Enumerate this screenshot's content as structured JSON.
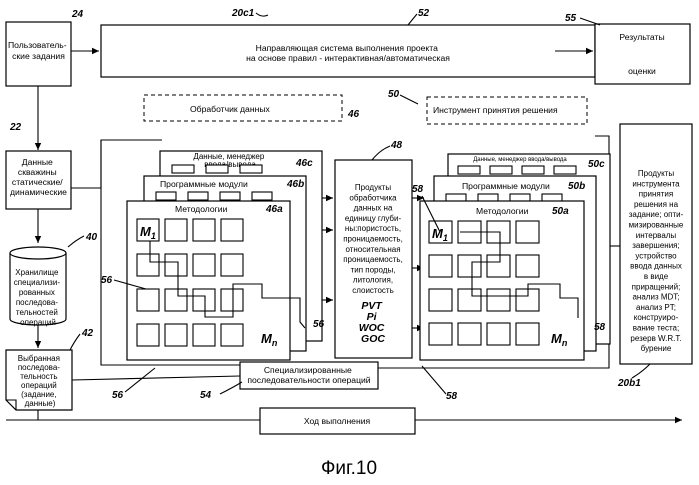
{
  "figure_caption": "Фиг.10",
  "refs": {
    "r24": "24",
    "r20c1": "20c1",
    "r52": "52",
    "r55": "55",
    "r22": "22",
    "r46": "46",
    "r50": "50",
    "r48": "48",
    "r46c": "46c",
    "r46b": "46b",
    "r46a": "46a",
    "r50c": "50c",
    "r50b": "50b",
    "r50a": "50a",
    "r40": "40",
    "r42": "42",
    "r56a": "56",
    "r56b": "56",
    "r56c": "56",
    "r58a": "58",
    "r58b": "58",
    "r58c": "58",
    "r54": "54",
    "r20b1": "20b1"
  },
  "user_tasks": [
    "Пользователь-",
    "ские задания"
  ],
  "guidance": [
    "Направляющая система выполнения проекта",
    "на основе правил - интерактивная/автоматическая"
  ],
  "results": [
    "Результаты",
    "оценки"
  ],
  "data_handler": "Обработчик данных",
  "decision_tool": "Инструмент принятия решения",
  "well_data": [
    "Данные",
    "скважины",
    "статические/",
    "динамические"
  ],
  "storage": [
    "Хранилище",
    "специализи-",
    "рованных",
    "последова-",
    "тельностей",
    "операций"
  ],
  "selected_sequence": [
    "Выбранная",
    "последова-",
    "тельность",
    "операций",
    "(задание,",
    "данные)"
  ],
  "left_stack": {
    "data_manager": [
      "Данные, менеджер",
      "ввода/вывода"
    ],
    "program_modules": "Программные модули",
    "methodologies": "Методологии",
    "m1": "M",
    "m1_sub": "1",
    "mn": "M",
    "mn_sub": "n"
  },
  "right_stack": {
    "data_manager": "Данные, менеджер ввода/вывода",
    "program_modules": "Программные модули",
    "methodologies": "Методологии",
    "m1": "M",
    "m1_sub": "1",
    "mn": "M",
    "mn_sub": "n"
  },
  "center_products": [
    "Продукты",
    "обработчика",
    "данных на",
    "единицу глуби-",
    "ны:пористость,",
    "проницаемость,",
    "относительная",
    "проницаемость,",
    "тип породы,",
    "литология,",
    "слоистость"
  ],
  "center_bold": [
    "PVT",
    "Pi",
    "WOC",
    "GOC"
  ],
  "decision_products": [
    "Продукты",
    "инструмента",
    "принятия",
    "решения на",
    "задание; опти-",
    "мизированные",
    "интервалы",
    "завершения;",
    "устройство",
    "ввода данных",
    "в виде",
    "приращений;",
    "анализ MDT;",
    "анализ PT;",
    "конструиро-",
    "вание теста;",
    "резерв W.R.T.",
    "бурение"
  ],
  "specialized_sequences": [
    "Специализированные",
    "последовательности операций"
  ],
  "progress": "Ход выполнения"
}
